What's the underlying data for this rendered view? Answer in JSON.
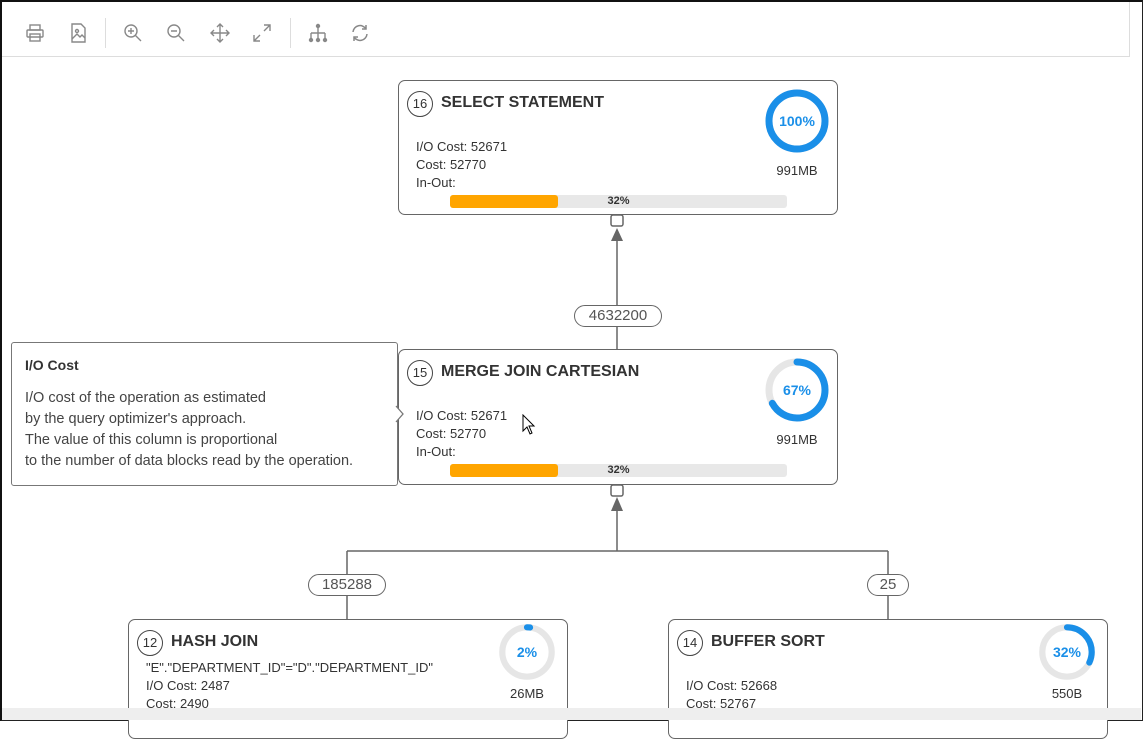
{
  "toolbar": {
    "buttons": [
      {
        "icon": "print-icon"
      },
      {
        "icon": "export-image-icon"
      },
      {
        "icon": "zoom-in-icon"
      },
      {
        "icon": "zoom-out-icon"
      },
      {
        "icon": "pan-icon"
      },
      {
        "icon": "fit-expand-icon"
      },
      {
        "icon": "tree-layout-icon"
      },
      {
        "icon": "refresh-icon"
      }
    ]
  },
  "colors": {
    "ring": "#1a8fe8",
    "ring_track": "#e6e6e6",
    "bar": "#ffa500",
    "bar_track": "#e8e8e8"
  },
  "nodes": {
    "n16": {
      "num": "16",
      "title": "SELECT STATEMENT",
      "io": "I/O Cost: 52671",
      "cost": "Cost: 52770",
      "inout": "In-Out:",
      "bar_pct": 32,
      "bar_label": "32%",
      "ring_pct": 100,
      "ring_label": "100%",
      "mem": "991MB"
    },
    "n15": {
      "num": "15",
      "title": "MERGE JOIN CARTESIAN",
      "io": "I/O Cost: 52671",
      "cost": "Cost: 52770",
      "inout": "In-Out:",
      "bar_pct": 32,
      "bar_label": "32%",
      "ring_pct": 67,
      "ring_label": "67%",
      "mem": "991MB"
    },
    "n12": {
      "num": "12",
      "title": "HASH JOIN",
      "predicate": "\"E\".\"DEPARTMENT_ID\"=\"D\".\"DEPARTMENT_ID\"",
      "io": "I/O Cost: 2487",
      "cost": "Cost: 2490",
      "ring_pct": 2,
      "ring_label": "2%",
      "mem": "26MB"
    },
    "n14": {
      "num": "14",
      "title": "BUFFER SORT",
      "io": "I/O Cost: 52668",
      "cost": "Cost: 52767",
      "ring_pct": 32,
      "ring_label": "32%",
      "mem": "550B"
    }
  },
  "edges": {
    "e16_15": "4632200",
    "e15_12": "185288",
    "e15_14": "25"
  },
  "tooltip": {
    "title": "I/O Cost",
    "lines": [
      "I/O cost of the operation as estimated",
      "by the query optimizer's approach.",
      "The value of this column is proportional",
      "to the number of data blocks read by the operation."
    ]
  }
}
